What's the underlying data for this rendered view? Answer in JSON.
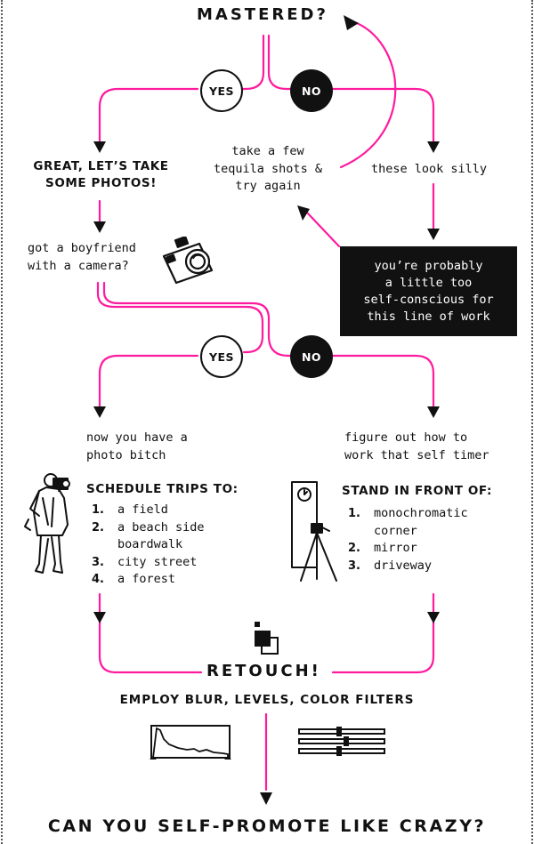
{
  "colors": {
    "accent": "#ff1a9e",
    "ink": "#111111",
    "paper": "#ffffff"
  },
  "nodes": {
    "mastered": "MASTERED?",
    "yes_1": "YES",
    "no_1": "NO",
    "great_photos": "GREAT, LET’S TAKE\nSOME PHOTOS!",
    "tequila": "take a few\ntequila shots &\ntry again",
    "look_silly": "these look silly",
    "boyfriend_camera": "got a boyfriend\nwith a camera?",
    "self_conscious": "you’re probably\na little too\nself-conscious for\nthis line of work",
    "yes_2": "YES",
    "no_2": "NO",
    "photo_bitch": "now you have a\nphoto bitch",
    "self_timer": "figure out how to\nwork that self timer",
    "schedule_heading": "SCHEDULE TRIPS TO:",
    "schedule_items": [
      {
        "num": "1.",
        "text": "a field"
      },
      {
        "num": "2.",
        "text": "a beach side\nboardwalk"
      },
      {
        "num": "3.",
        "text": "city street"
      },
      {
        "num": "4.",
        "text": "a forest"
      }
    ],
    "stand_heading": "STAND IN FRONT OF:",
    "stand_items": [
      {
        "num": "1.",
        "text": "monochromatic\ncorner"
      },
      {
        "num": "2.",
        "text": "mirror"
      },
      {
        "num": "3.",
        "text": "driveway"
      }
    ],
    "retouch": "RETOUCH!",
    "retouch_detail": "EMPLOY BLUR, LEVELS, COLOR FILTERS",
    "final_question": "CAN YOU SELF-PROMOTE LIKE CRAZY?"
  },
  "icons": {
    "camera": "camera-icon",
    "photographer": "photographer-icon",
    "tripod": "tripod-self-timer-icon",
    "layers": "layers-icon",
    "histogram": "histogram-levels-icon",
    "sliders": "sliders-icon"
  }
}
